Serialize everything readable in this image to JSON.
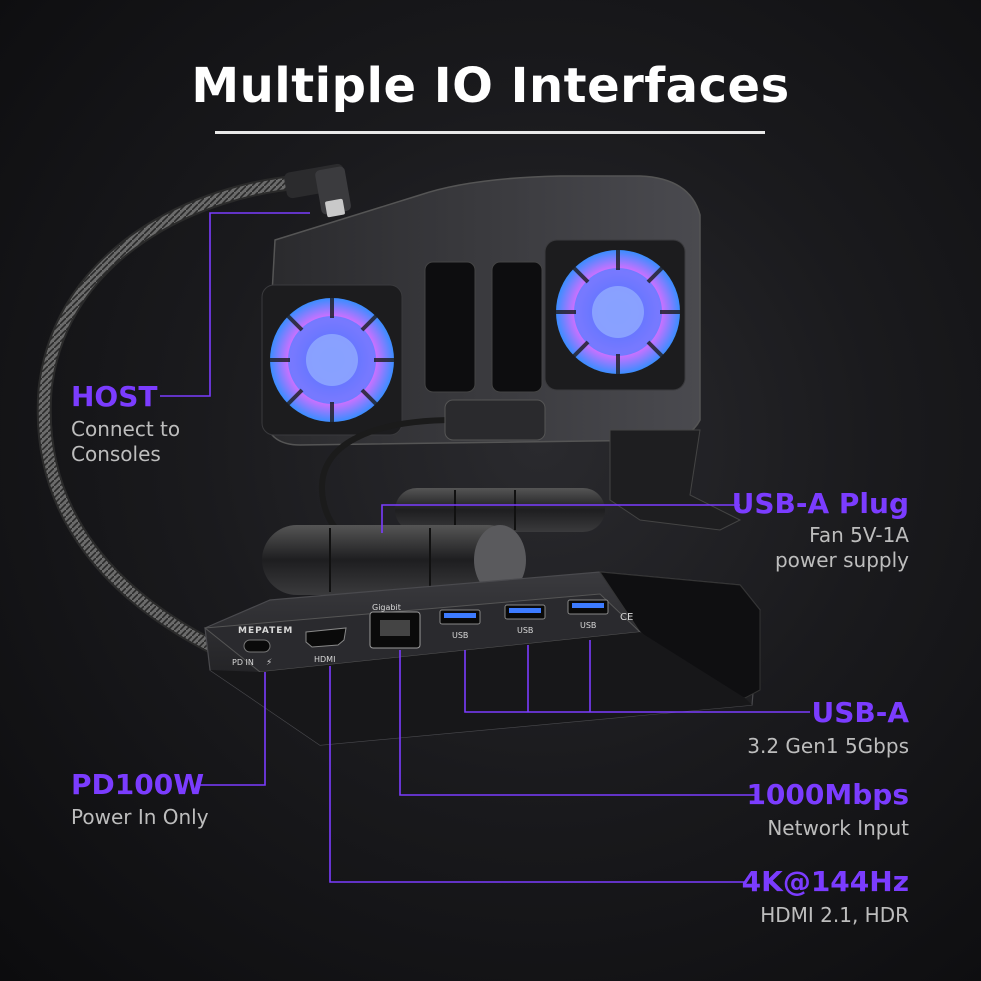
{
  "title": "Multiple IO Interfaces",
  "callouts": {
    "host": {
      "heading": "HOST",
      "lines": [
        "Connect to",
        "Consoles"
      ]
    },
    "pd": {
      "heading": "PD100W",
      "lines": [
        "Power In Only"
      ]
    },
    "usb_plug": {
      "heading": "USB-A Plug",
      "lines": [
        "Fan 5V-1A",
        "power supply"
      ]
    },
    "usb_a": {
      "heading": "USB-A",
      "lines": [
        "3.2 Gen1 5Gbps"
      ]
    },
    "ethernet": {
      "heading": "1000Mbps",
      "lines": [
        "Network Input"
      ]
    },
    "hdmi": {
      "heading": "4K@144Hz",
      "lines": [
        "HDMI 2.1, HDR"
      ]
    }
  },
  "device": {
    "brand": "MEPATEM",
    "port_labels": {
      "pd_in": "PD IN",
      "hdmi": "HDMI",
      "gigabit": "Gigabit",
      "usb": "USB"
    },
    "colors": {
      "accent": "#7b3cff",
      "leader_line": "#7b3cff",
      "fan_pink": "#e86bff",
      "fan_blue": "#4fb4ff"
    }
  }
}
